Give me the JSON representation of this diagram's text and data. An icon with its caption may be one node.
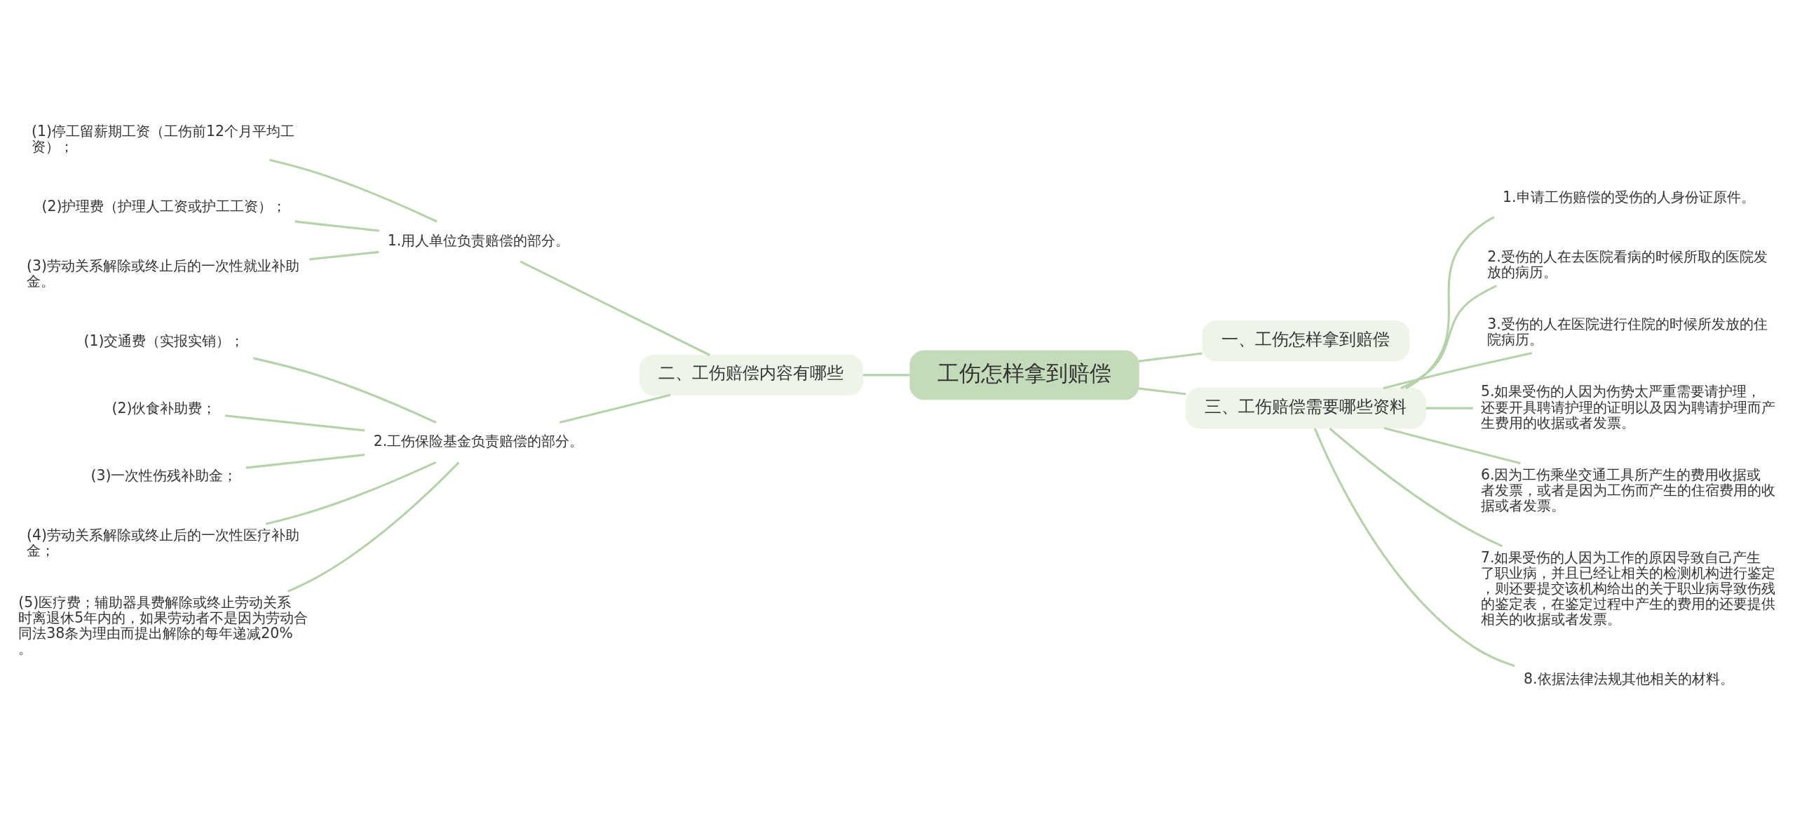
{
  "diagram": {
    "nodes": [
      {
        "text": [
          "工伤怎样拿到赔偿"
        ]
      },
      {
        "text": [
          "一、工伤怎样拿到赔偿"
        ]
      },
      {
        "text": [
          "二、工伤赔偿内容有哪些"
        ]
      },
      {
        "text": [
          "1.用人单位负责赔偿的部分。"
        ]
      },
      {
        "text": [
          "(1)停工留薪期工资（工伤前12个月平均工资）；"
        ]
      },
      {
        "text": [
          "(2)护理费（护理人工资或护工工资）；"
        ]
      },
      {
        "text": [
          "(3)劳动关系解除或终止后的一次性就业补助金。"
        ]
      },
      {
        "text": [
          "2.工伤保险基金负责赔偿的部分。"
        ]
      },
      {
        "text": [
          "(1)交通费（实报实销）；"
        ]
      },
      {
        "text": [
          "(2)伙食补助费；"
        ]
      },
      {
        "text": [
          "(3)一次性伤残补助金；"
        ]
      },
      {
        "text": [
          "(4)劳动关系解除或终止后的一次性医疗补助金；"
        ]
      },
      {
        "text": [
          "(5)医疗费；辅助器具费解除或终止劳动关系时离退休5年内的，如果劳动者不是因为劳动合同法38条为理由而提出解除的每年递减20%。"
        ]
      },
      {
        "text": [
          "三、工伤赔偿需要哪些资料"
        ]
      },
      {
        "text": [
          "1.申请工伤赔偿的受伤的人身份证原件。"
        ]
      },
      {
        "text": [
          "2.受伤的人在去医院看病的时候所取的医院发放的病历。"
        ]
      },
      {
        "text": [
          "3.受伤的人在医院进行住院的时候所发放的住院病历。"
        ]
      },
      {
        "text": [
          "5.如果受伤的人因为伤势太严重需要请护理，还要开具聘请护理的证明以及因为聘请护理而产生费用的收据或者发票。"
        ]
      },
      {
        "text": [
          "6.因为工伤乘坐交通工具所产生的费用收据或者发票，或者是因为工伤而产生的住宿费用的收据或者发票。"
        ]
      },
      {
        "text": [
          "7.如果受伤的人因为工作的原因导致自己产生了职业病，并且已经让相关的检测机构进行鉴定，则还要提交该机构给出的关于职业病导致伤残的鉴定表，在鉴定过程中产生的费用的还要提供相关的收据或者发票。"
        ]
      },
      {
        "text": [
          "8.依据法律法规其他相关的材料。"
        ]
      }
    ],
    "edges": [
      {
        "from": 0,
        "to": 1,
        "arrow": "none"
      },
      {
        "from": 0,
        "to": 2,
        "arrow": "none"
      },
      {
        "from": 2,
        "to": 3,
        "arrow": "none"
      },
      {
        "from": 3,
        "to": 4,
        "arrow": "none"
      },
      {
        "from": 3,
        "to": 5,
        "arrow": "none"
      },
      {
        "from": 3,
        "to": 6,
        "arrow": "none"
      },
      {
        "from": 2,
        "to": 7,
        "arrow": "none"
      },
      {
        "from": 7,
        "to": 8,
        "arrow": "none"
      },
      {
        "from": 7,
        "to": 9,
        "arrow": "none"
      },
      {
        "from": 7,
        "to": 10,
        "arrow": "none"
      },
      {
        "from": 7,
        "to": 11,
        "arrow": "none"
      },
      {
        "from": 7,
        "to": 12,
        "arrow": "none"
      },
      {
        "from": 0,
        "to": 13,
        "arrow": "none"
      },
      {
        "from": 13,
        "to": 14,
        "arrow": "none"
      },
      {
        "from": 13,
        "to": 15,
        "arrow": "none"
      },
      {
        "from": 13,
        "to": 16,
        "arrow": "none"
      },
      {
        "from": 13,
        "to": 17,
        "arrow": "none"
      },
      {
        "from": 13,
        "to": 18,
        "arrow": "none"
      },
      {
        "from": 13,
        "to": 19,
        "arrow": "none"
      },
      {
        "from": 13,
        "to": 20,
        "arrow": "none"
      }
    ]
  }
}
